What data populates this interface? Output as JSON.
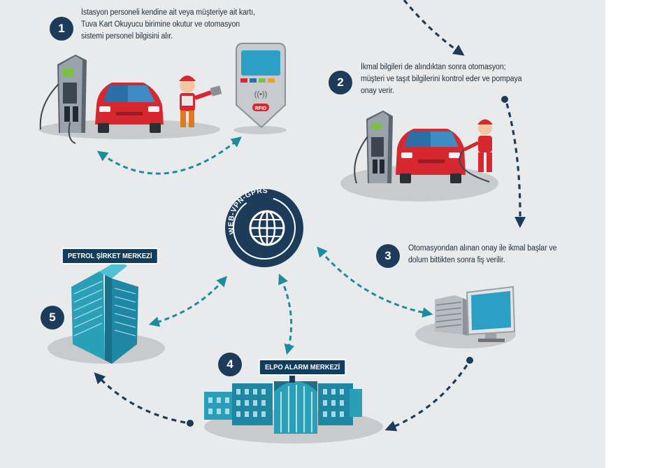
{
  "steps": [
    {
      "number": "1",
      "text": "İstasyon personeli kendine ait veya müşteriye ait kartı, Tuva Kart Okuyucu birimine okutur ve otomasyon sistemi personel  bilgisini alır."
    },
    {
      "number": "2",
      "text": "İkmal bilgileri de alındıktan sonra otomasyon; müşteri ve taşıt bilgilerini kontrol eder ve pompaya onay verir."
    },
    {
      "number": "3",
      "text": "Otomasyondan alınan onay ile ikmal başlar ve dolum bittikten sonra fiş verilir."
    },
    {
      "number": "4",
      "text": ""
    },
    {
      "number": "5",
      "text": ""
    }
  ],
  "labels": {
    "petrol": "PETROL ŞİRKET MERKEZİ",
    "elpo": "ELPO ALARM MERKEZİ",
    "network": "WEB-VPN-GPRS",
    "card_reader_brand": "RFID"
  },
  "colors": {
    "badge": "#1d3c5a",
    "arrow_teal": "#1b8d9c",
    "arrow_navy": "#1a3d5c",
    "car_red": "#d7282f",
    "building_teal": "#2a9fb8",
    "background": "#e9eaec"
  },
  "icons": [
    "fuel-pump-icon",
    "car-icon",
    "attendant-icon",
    "card-reader-icon",
    "globe-icon",
    "building-icon",
    "server-computer-icon"
  ]
}
